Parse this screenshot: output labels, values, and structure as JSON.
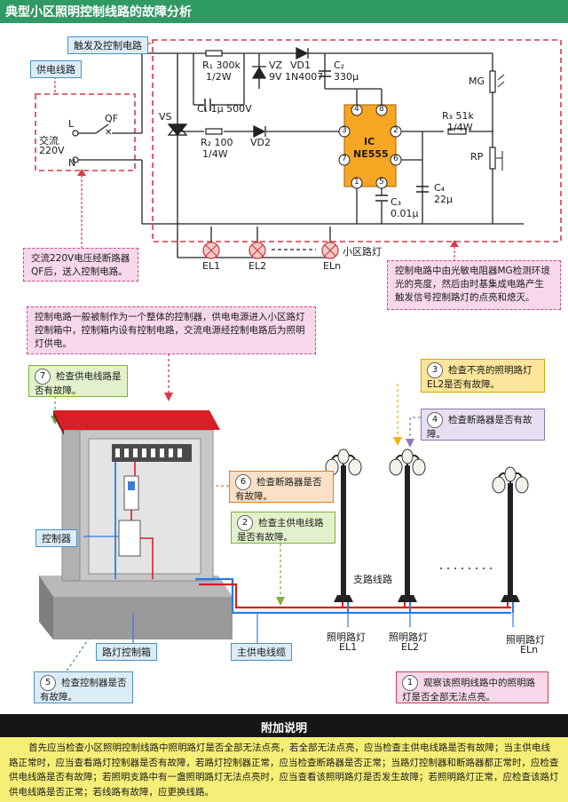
{
  "title": "典型小区照明控制线路的故障分析",
  "circuit": {
    "label_trigger": "触发及控制电路",
    "label_power": "供电线路",
    "qf": "QF",
    "l": "L",
    "n": "N",
    "ac": "交流",
    "ac_v": "220V",
    "vs": "VS",
    "r1a": "R₁ 300k",
    "r1b": "1/2W",
    "c1": "C₁ 1μ 500V",
    "vz": "VZ",
    "vz_v": "9V",
    "vd1": "VD1",
    "vd1_t": "1N4007",
    "c2": "C₂",
    "c2_v": "330μ",
    "r2a": "R₂ 100",
    "r2b": "1/4W",
    "vd2": "VD2",
    "ic": "IC",
    "ic_t": "NE555",
    "pin4": "4",
    "pin8": "8",
    "pin3": "3",
    "pin2": "2",
    "pin7": "7",
    "pin6": "6",
    "pin1": "1",
    "pin5": "5",
    "r3a": "R₃ 51k",
    "r3b": "1/4W",
    "mg": "MG",
    "rp": "RP",
    "c3": "C₃",
    "c3_v": "0.01μ",
    "c4": "C₄",
    "c4_v": "22μ",
    "el1": "EL1",
    "el2": "EL2",
    "eln": "ELn",
    "lamp_label": "小区路灯",
    "note_power": "交流220V电压经断路器QF后，送入控制电路。",
    "note_control": "控制电路中由光敏电阻器MG检测环境光的亮度，然后由时基集成电路产生触发信号控制路灯的点亮和熄灭。"
  },
  "scene": {
    "intro": "控制电路一般被制作为一个整体的控制器，供电电源进入小区路灯控制箱中，控制箱内设有控制电路，交流电源经控制电路后为照明灯供电。",
    "check7": {
      "num": "7",
      "text": "检查供电线路是否有故障。"
    },
    "check3": {
      "num": "3",
      "text": "检查不亮的照明路灯EL2是否有故障。"
    },
    "check4": {
      "num": "4",
      "text": "检查断路器是否有故障。"
    },
    "check6": {
      "num": "6",
      "text": "检查断路器是否有故障。"
    },
    "check2": {
      "num": "2",
      "text": "检查主供电线路是否有故障。"
    },
    "check5": {
      "num": "5",
      "text": "检查控制器是否有故障。"
    },
    "check1": {
      "num": "1",
      "text": "观察该照明线路中的照明路灯是否全部无法点亮。"
    },
    "label_controller": "控制器",
    "label_box": "路灯控制箱",
    "label_cable": "主供电线缆",
    "label_branch": "支路线路",
    "lamp1": "照明路灯",
    "lamp1_id": "EL1",
    "lamp2": "照明路灯",
    "lamp2_id": "EL2",
    "lamp3": "照明路灯",
    "lamp3_id": "ELn"
  },
  "footer": {
    "heading": "附加说明",
    "text": "首先应当检查小区照明控制线路中照明路灯是否全部无法点亮，若全部无法点亮，应当检查主供电线路是否有故障；当主供电线路正常时，应当查看路灯控制器是否有故障，若路灯控制器正常，应当检查断路器是否正常；当路灯控制器和断路器都正常时，应检查供电线路是否有故障；若照明支路中有一盏照明路灯无法点亮时，应当查看该照明路灯是否发生故障；若照明路灯正常，应检查该路灯供电线路是否正常；若线路有故障，应更换线路。"
  }
}
